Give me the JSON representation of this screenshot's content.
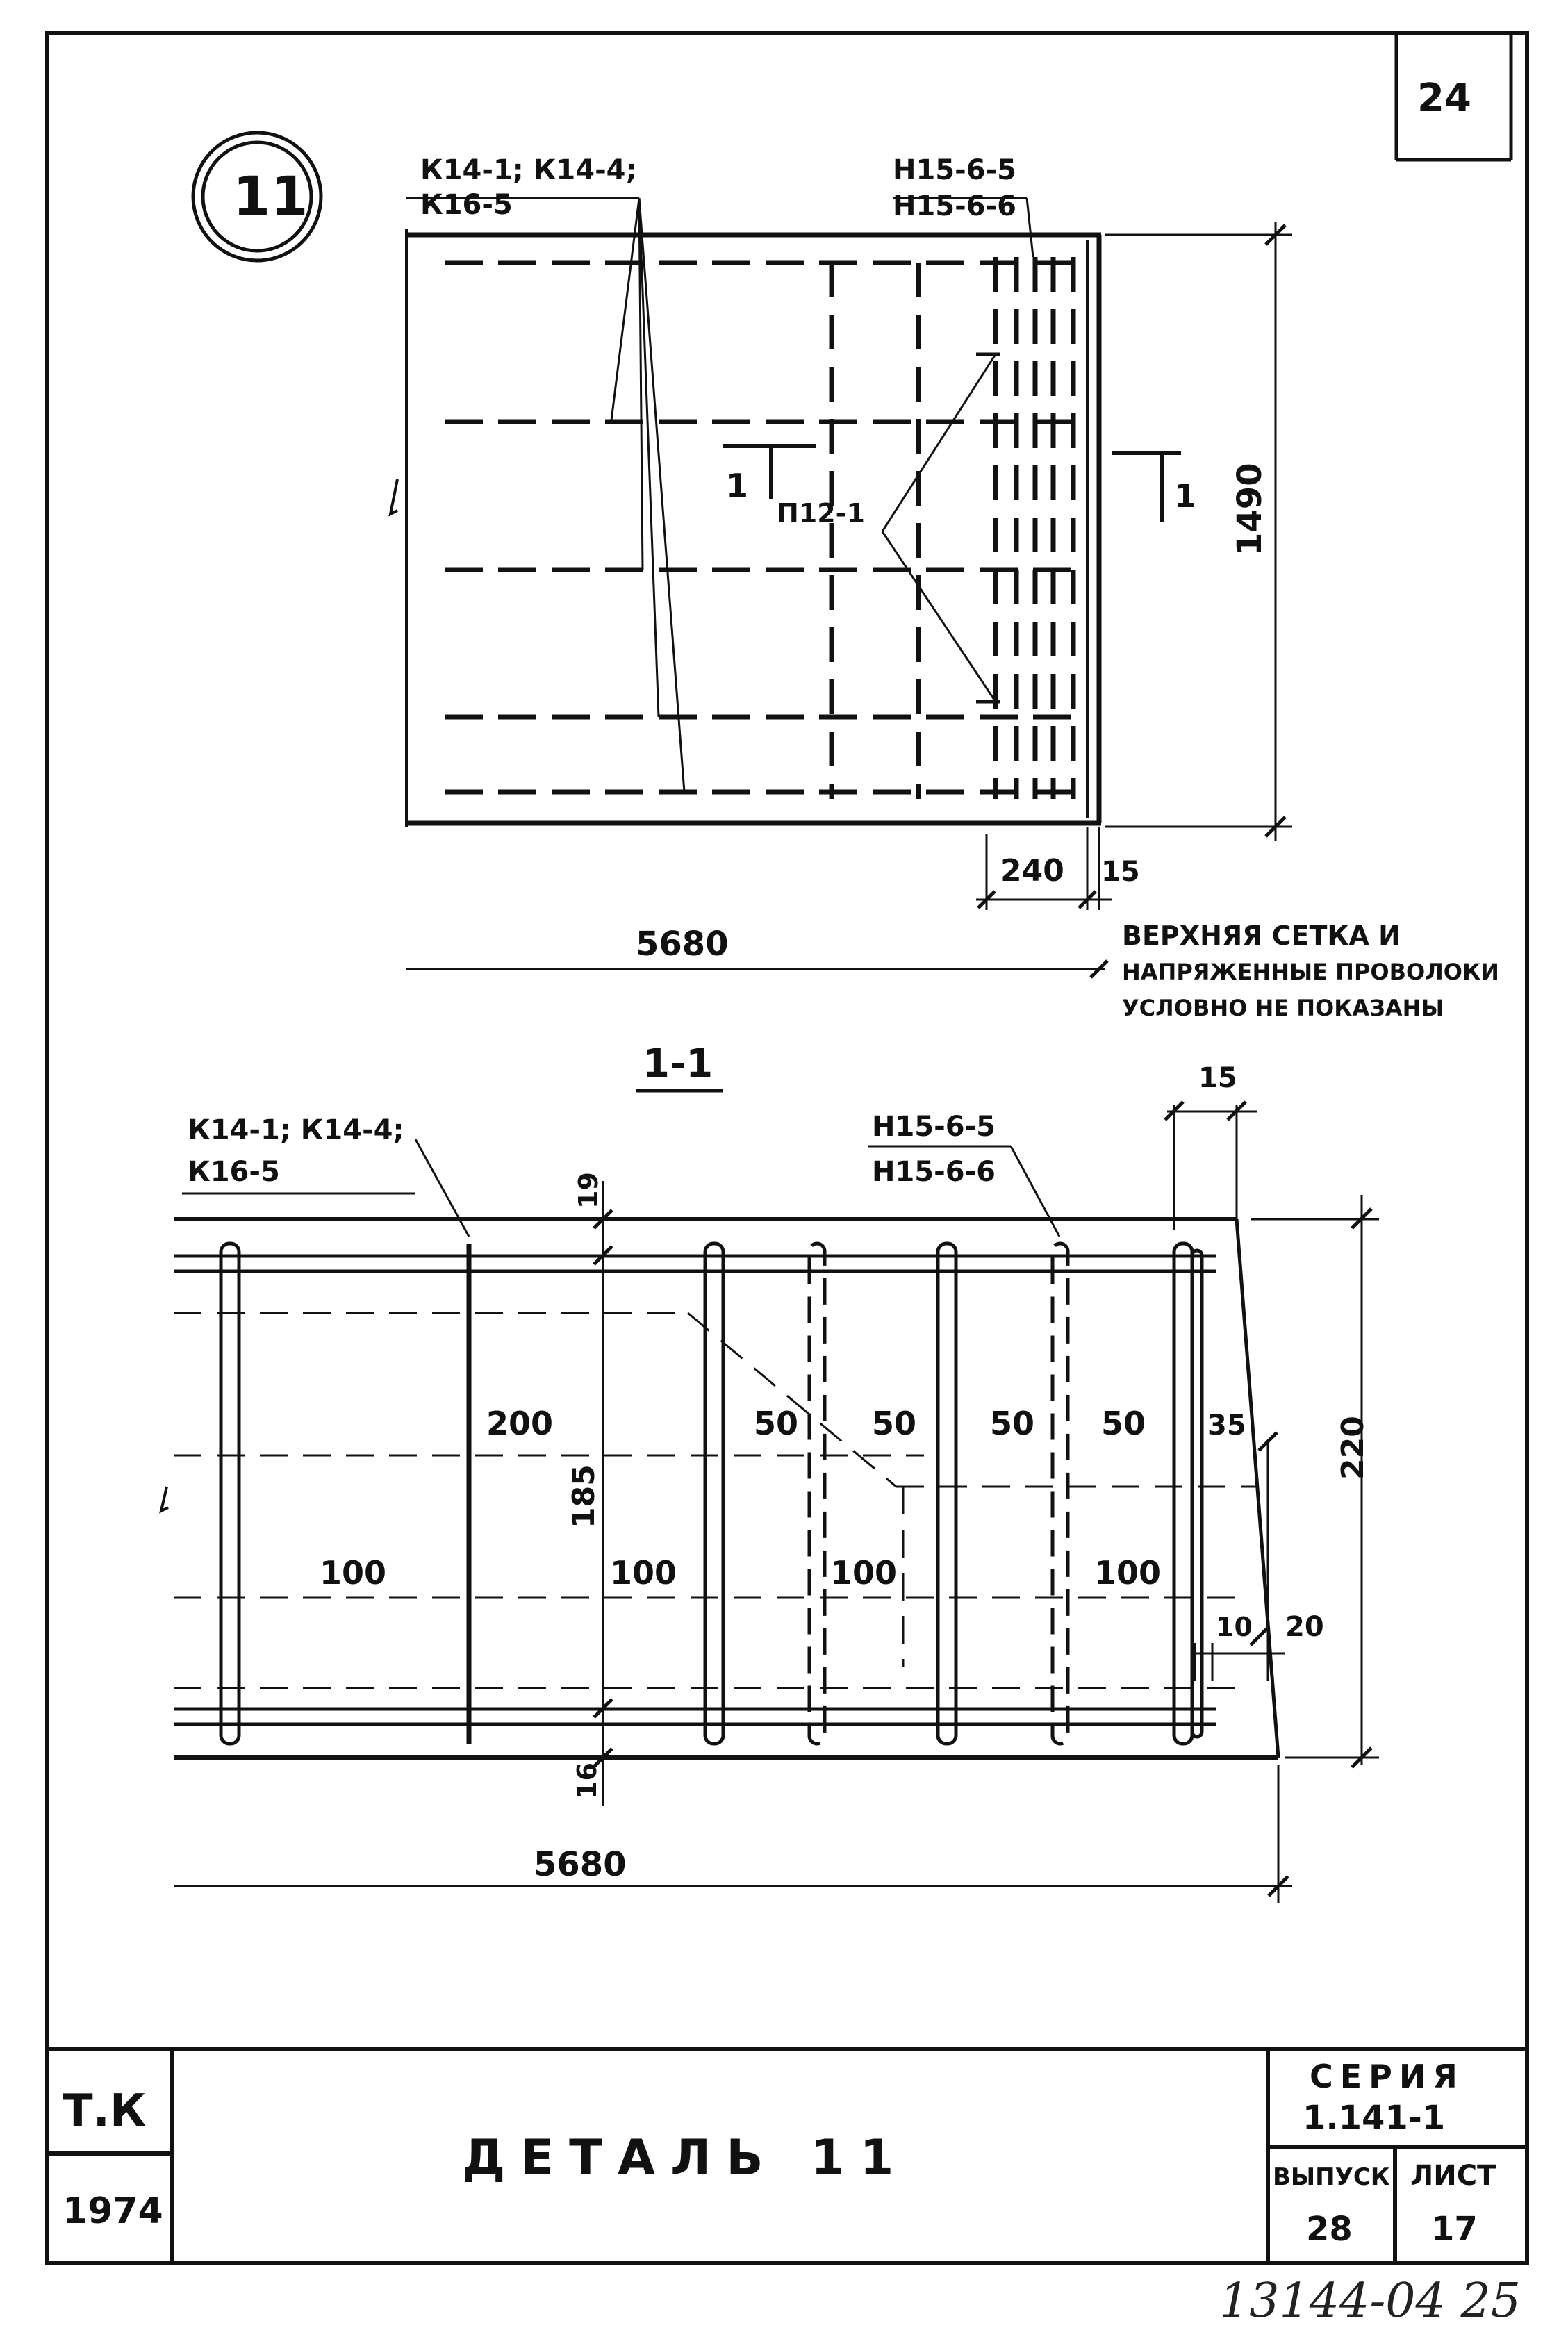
{
  "sheet_number": "24",
  "detail_marker": "11",
  "plan": {
    "callout_mesh": {
      "line1": "К14-1; К14-4;",
      "line2": "К16-5"
    },
    "callout_net": {
      "line1": "Н15-6-5",
      "line2": "Н15-6-6"
    },
    "section_mark": "1",
    "bar_label": "П12-1",
    "dim_height": "1490",
    "dim_240": "240",
    "dim_15": "15",
    "dim_length": "5680",
    "note": [
      "ВЕРХНЯЯ СЕТКА И",
      "НАПРЯЖЕННЫЕ ПРОВОЛОКИ",
      "УСЛОВНО НЕ ПОКАЗАНЫ"
    ]
  },
  "section": {
    "title": "1-1",
    "callout_mesh": {
      "line1": "К14-1; К14-4;",
      "line2": "К16-5"
    },
    "callout_net": {
      "line1": "Н15-6-5",
      "line2": "Н15-6-6"
    },
    "dims": {
      "top15": "15",
      "d19": "19",
      "d200": "200",
      "d185": "185",
      "d50a": "50",
      "d50b": "50",
      "d50c": "50",
      "d50d": "50",
      "d35": "35",
      "d220": "220",
      "d100a": "100",
      "d100b": "100",
      "d100c": "100",
      "d100d": "100",
      "d10": "10",
      "d20": "20",
      "d16": "16",
      "length": "5680"
    }
  },
  "title_block": {
    "org": "Т.К",
    "year": "1974",
    "title": "ДЕТАЛЬ 11",
    "series_label": "СЕРИЯ",
    "series_value": "1.141-1",
    "issue_label": "ВЫПУСК",
    "issue_value": "28",
    "sheet_label": "ЛИСТ",
    "sheet_value": "17"
  },
  "archive_number": "13144-04 25"
}
